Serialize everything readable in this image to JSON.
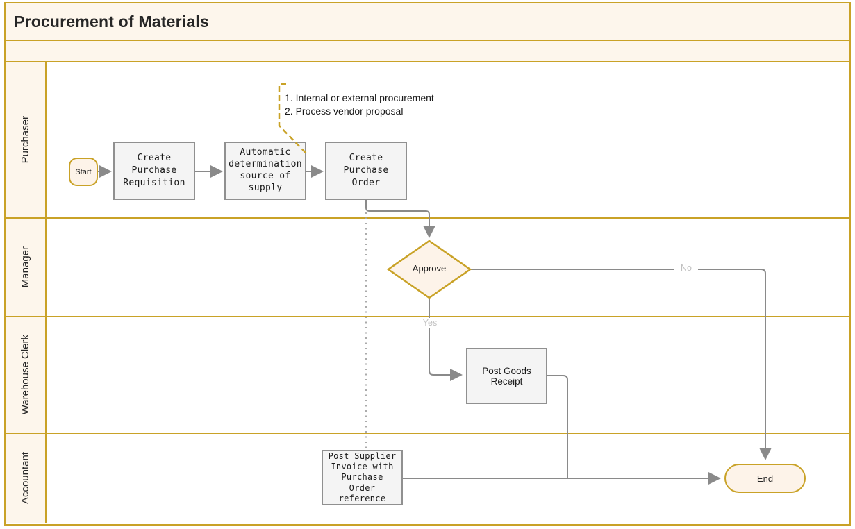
{
  "title": "Procurement of Materials",
  "lanes": [
    {
      "label": "Purchaser"
    },
    {
      "label": "Manager"
    },
    {
      "label": "Warehouse Clerk"
    },
    {
      "label": "Accountant"
    }
  ],
  "nodes": {
    "start": {
      "label": "Start"
    },
    "create_purchase_requisition": {
      "label": "Create\nPurchase\nRequisition"
    },
    "automatic_source_determination": {
      "label": "Automatic\ndetermination\nsource of\nsupply"
    },
    "create_purchase_order": {
      "label": "Create\nPurchase\nOrder"
    },
    "approve": {
      "label": "Approve"
    },
    "post_goods_receipt": {
      "label": "Post Goods Receipt"
    },
    "post_supplier_invoice": {
      "label": "Post Supplier\nInvoice with\nPurchase\nOrder\nreference"
    },
    "end": {
      "label": "End"
    }
  },
  "edges": {
    "approve_yes_label": "Yes",
    "approve_no_label": "No"
  },
  "annotation": {
    "text": "1. Internal or external procurement\n2. Process vendor proposal"
  },
  "colors": {
    "accent_gold": "#C9A227",
    "lane_header_fill": "#FDF6EC",
    "event_fill": "#FDF3E9",
    "process_fill": "#F4F4F4",
    "process_border": "#909090",
    "connector_gray": "#8A8A8A",
    "edge_label_gray": "#C0C0C0"
  }
}
